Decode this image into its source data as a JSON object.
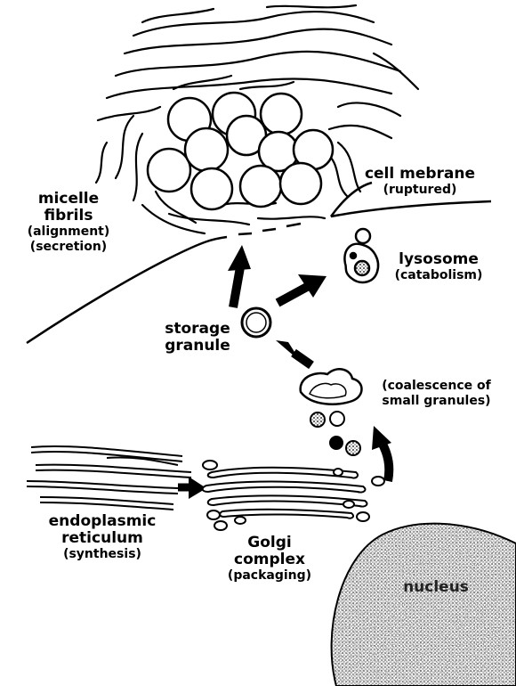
{
  "labels": {
    "micelle": "micelle",
    "fibrils": "fibrils",
    "alignment": "(alignment)",
    "secretion": "(secretion)",
    "cell_membrane": "cell mebrane",
    "ruptured": "(ruptured)",
    "lysosome": "lysosome",
    "catabolism": "(catabolism)",
    "storage": "storage",
    "granule": "granule",
    "coalescence": "(coalescence of",
    "small_granules": "small granules)",
    "endoplasmic": "endoplasmic",
    "reticulum": "reticulum",
    "synthesis": "(synthesis)",
    "golgi": "Golgi",
    "complex": "complex",
    "packaging": "(packaging)",
    "nucleus": "nucleus"
  }
}
